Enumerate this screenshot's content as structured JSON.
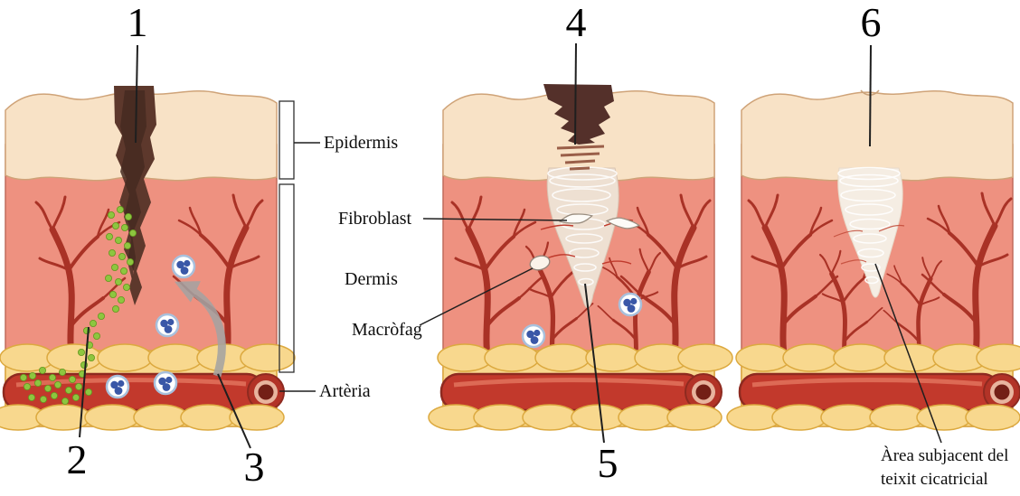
{
  "labels": {
    "step1": "1",
    "step2": "2",
    "step3": "3",
    "step4": "4",
    "step5": "5",
    "step6": "6",
    "epidermis": "Epidermis",
    "dermis": "Dermis",
    "artery": "Artèria",
    "fibroblast": "Fibroblast",
    "macrophage": "Macròfag",
    "scar_area_line1": "Àrea subjacent del",
    "scar_area_line2": "teixit cicatricial"
  },
  "colors": {
    "background": "#ffffff",
    "epidermis": "#f8e2c6",
    "dermis": "#ee9180",
    "subcutaneous_fat": "#f8d88e",
    "vessel": "#a93226",
    "artery": "#c2392c",
    "wound_scab": "#5d382c",
    "bacteria_green": "#8dc63f",
    "leukocyte_blue": "#3a57a7",
    "granulation_tissue": "#eee0d2",
    "scar_tissue": "#f5ede3"
  }
}
